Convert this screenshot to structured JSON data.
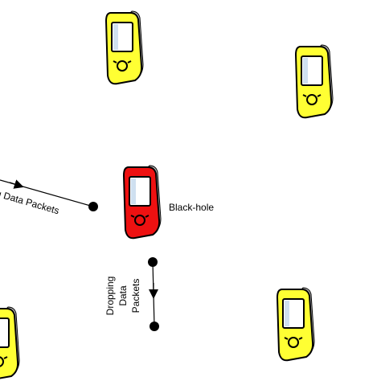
{
  "labels": {
    "black_hole": "Black-hole",
    "sending_packets": "g Data Packets",
    "dropping_1": "Dropping",
    "dropping_2": "Data",
    "dropping_3": "Packets"
  },
  "colors": {
    "normal_node": "#ffff33",
    "black_hole_node": "#ee1111",
    "arrow": "#000000",
    "outline": "#000000"
  },
  "icons": {
    "node": "mobile-device-icon"
  }
}
